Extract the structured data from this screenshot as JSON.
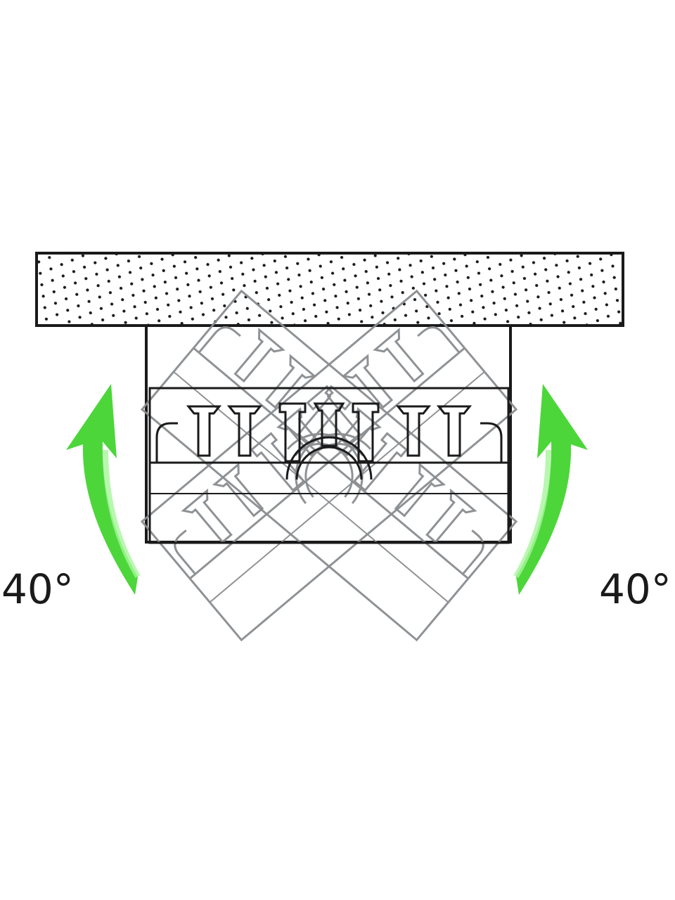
{
  "diagram": {
    "tilt_degrees": 40,
    "labels": {
      "left_angle": "40°",
      "right_angle": "40°"
    },
    "colors": {
      "arrow": "#4cd63a",
      "arrow_highlight": "#a8f59c",
      "outline_main": "#1a1a1a",
      "outline_ghost": "#8a8d90",
      "ceiling_dots": "#1a1a1a"
    },
    "icons": {
      "left_arrow": "curved-arrow-up-icon",
      "right_arrow": "curved-arrow-up-icon"
    }
  }
}
